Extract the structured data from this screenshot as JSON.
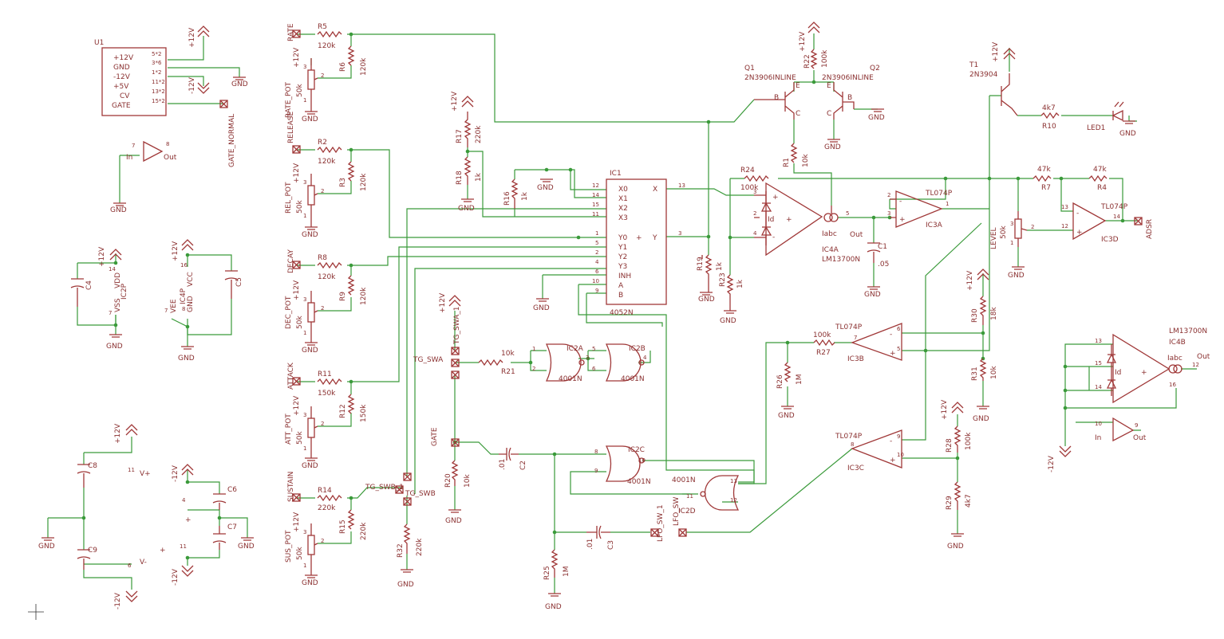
{
  "parts": {
    "U1": {
      "ref": "U1",
      "pins": [
        {
          "name": "+12V",
          "num": "5*2"
        },
        {
          "name": "GND",
          "num": "3*6"
        },
        {
          "name": "-12V",
          "num": "1*2"
        },
        {
          "name": "+5V",
          "num": "11*2"
        },
        {
          "name": "CV",
          "num": "13*2"
        },
        {
          "name": "GATE",
          "num": "15*2"
        }
      ]
    },
    "rate": {
      "conn": "RATE",
      "res": "R5",
      "res_val": "120k",
      "res2": "R6",
      "res2_val": "120k",
      "pot": "RATE_POT",
      "pot_val": "50k"
    },
    "release": {
      "conn": "RELEASE",
      "res": "R2",
      "res_val": "120k",
      "res2": "R3",
      "res2_val": "120k",
      "pot": "REL_POT",
      "pot_val": "50k"
    },
    "decay": {
      "conn": "DECAY",
      "res": "R8",
      "res_val": "120k",
      "res2": "R9",
      "res2_val": "120k",
      "pot": "DEC_POT",
      "pot_val": "50k"
    },
    "attack": {
      "conn": "ATTACK",
      "res": "R11",
      "res_val": "150k",
      "res2": "R12",
      "res2_val": "150k",
      "pot": "ATT_POT",
      "pot_val": "50k"
    },
    "sustain": {
      "conn": "SUSTAIN",
      "res": "R14",
      "res_val": "220k",
      "res2": "R15",
      "res2_val": "220k",
      "pot": "SUS_POT",
      "pot_val": "50k"
    },
    "R17": {
      "ref": "R17",
      "val": "220k"
    },
    "R18": {
      "ref": "R18",
      "val": "1k"
    },
    "R16": {
      "ref": "R16",
      "val": "1k"
    },
    "IC1": {
      "ref": "IC1",
      "part": "4052N",
      "pins_left": [
        "X0",
        "X1",
        "X2",
        "X3",
        "Y0",
        "Y1",
        "Y2",
        "Y3",
        "INH",
        "A",
        "B"
      ],
      "nums_left": [
        "12",
        "14",
        "15",
        "11",
        "1",
        "5",
        "2",
        "4",
        "6",
        "10",
        "9"
      ],
      "pin_x": "X",
      "pin_y": "Y",
      "num_x": "13",
      "num_y": "3"
    },
    "Q1": {
      "ref": "Q1",
      "part": "2N3906INLINE"
    },
    "Q2": {
      "ref": "Q2",
      "part": "2N3906INLINE"
    },
    "R22": {
      "ref": "R22",
      "val": "100k"
    },
    "R1": {
      "ref": "R1",
      "val": "10k"
    },
    "R24": {
      "ref": "R24",
      "val": "100k"
    },
    "R19": {
      "ref": "R19",
      "val": "1k"
    },
    "R23": {
      "ref": "R23",
      "val": "1k"
    },
    "IC4A": {
      "ref": "IC4A",
      "part": "LM13700N",
      "iabc": "Iabc",
      "out": "Out",
      "id": "Id"
    },
    "C1": {
      "ref": "C1",
      "val": ".05"
    },
    "IC3A": {
      "ref": "IC3A",
      "part": "TL074P"
    },
    "T1": {
      "ref": "T1",
      "part": "2N3904"
    },
    "R10": {
      "ref": "R10",
      "val": "4k7"
    },
    "LED1": {
      "ref": "LED1"
    },
    "R7": {
      "ref": "R7",
      "val": "47k"
    },
    "R4": {
      "ref": "R4",
      "val": "47k"
    },
    "LEVEL": {
      "ref": "LEVEL",
      "val": "50k"
    },
    "IC3D": {
      "ref": "IC3D",
      "part": "TL074P"
    },
    "ADSR": {
      "ref": "ADSR"
    },
    "IC3B": {
      "ref": "IC3B",
      "part": "TL074P"
    },
    "R27": {
      "ref": "R27",
      "val": "100k"
    },
    "R26": {
      "ref": "R26",
      "val": "1M"
    },
    "R30": {
      "ref": "R30",
      "val": "18k"
    },
    "R31": {
      "ref": "R31",
      "val": "10k"
    },
    "IC3C": {
      "ref": "IC3C",
      "part": "TL074P"
    },
    "R28": {
      "ref": "R28",
      "val": "100k"
    },
    "R29": {
      "ref": "R29",
      "val": "4k7"
    },
    "IC2A": {
      "ref": "IC2A",
      "part": "4001N"
    },
    "IC2B": {
      "ref": "IC2B",
      "part": "4001N"
    },
    "IC2C": {
      "ref": "IC2C",
      "part": "4001N"
    },
    "IC2D": {
      "ref": "IC2D",
      "part": "4001N"
    },
    "R21": {
      "ref": "R21",
      "val": "10k"
    },
    "R20": {
      "ref": "R20",
      "val": "10k"
    },
    "C2": {
      "ref": "C2",
      "val": ".01"
    },
    "C3": {
      "ref": "C3",
      "val": ".01"
    },
    "R25": {
      "ref": "R25",
      "val": "1M"
    },
    "R32": {
      "ref": "R32",
      "val": "220k"
    },
    "IC4B": {
      "ref": "IC4B",
      "part": "LM13700N",
      "iabc": "Iabc",
      "out": "Out",
      "id": "Id",
      "in": "In"
    },
    "C4": {
      "ref": "C4"
    },
    "C5": {
      "ref": "C5"
    },
    "C6": {
      "ref": "C6"
    },
    "C7": {
      "ref": "C7"
    },
    "C8": {
      "ref": "C8"
    },
    "C9": {
      "ref": "C9"
    },
    "IC2P": {
      "ref": "IC2P",
      "vdd": "VDD",
      "vss": "VSS"
    },
    "IC4P": {
      "ref": "IC4P",
      "vcc": "VCC",
      "vee": "VEE",
      "gnd": "GND"
    },
    "buffer_tl": {
      "in": "In",
      "out": "Out"
    }
  },
  "labels": {
    "gnd": "GND",
    "p12": "+12V",
    "n12": "-12V",
    "vplus": "V+",
    "vminus": "V-",
    "gate_normal": "GATE_NORMAL",
    "gate": "GATE",
    "tg_swa": "TG_SWA",
    "tg_swa_1": "TG_SWA_1",
    "tg_swb": "TG_SWB",
    "tg_swb_1": "TG_SWB_1",
    "lfo_sw": "LFO_SW",
    "lfo_sw_1": "LFO_SW_1",
    "b": "B",
    "c": "C",
    "e": "E",
    "plus": "+",
    "minus": "-"
  }
}
